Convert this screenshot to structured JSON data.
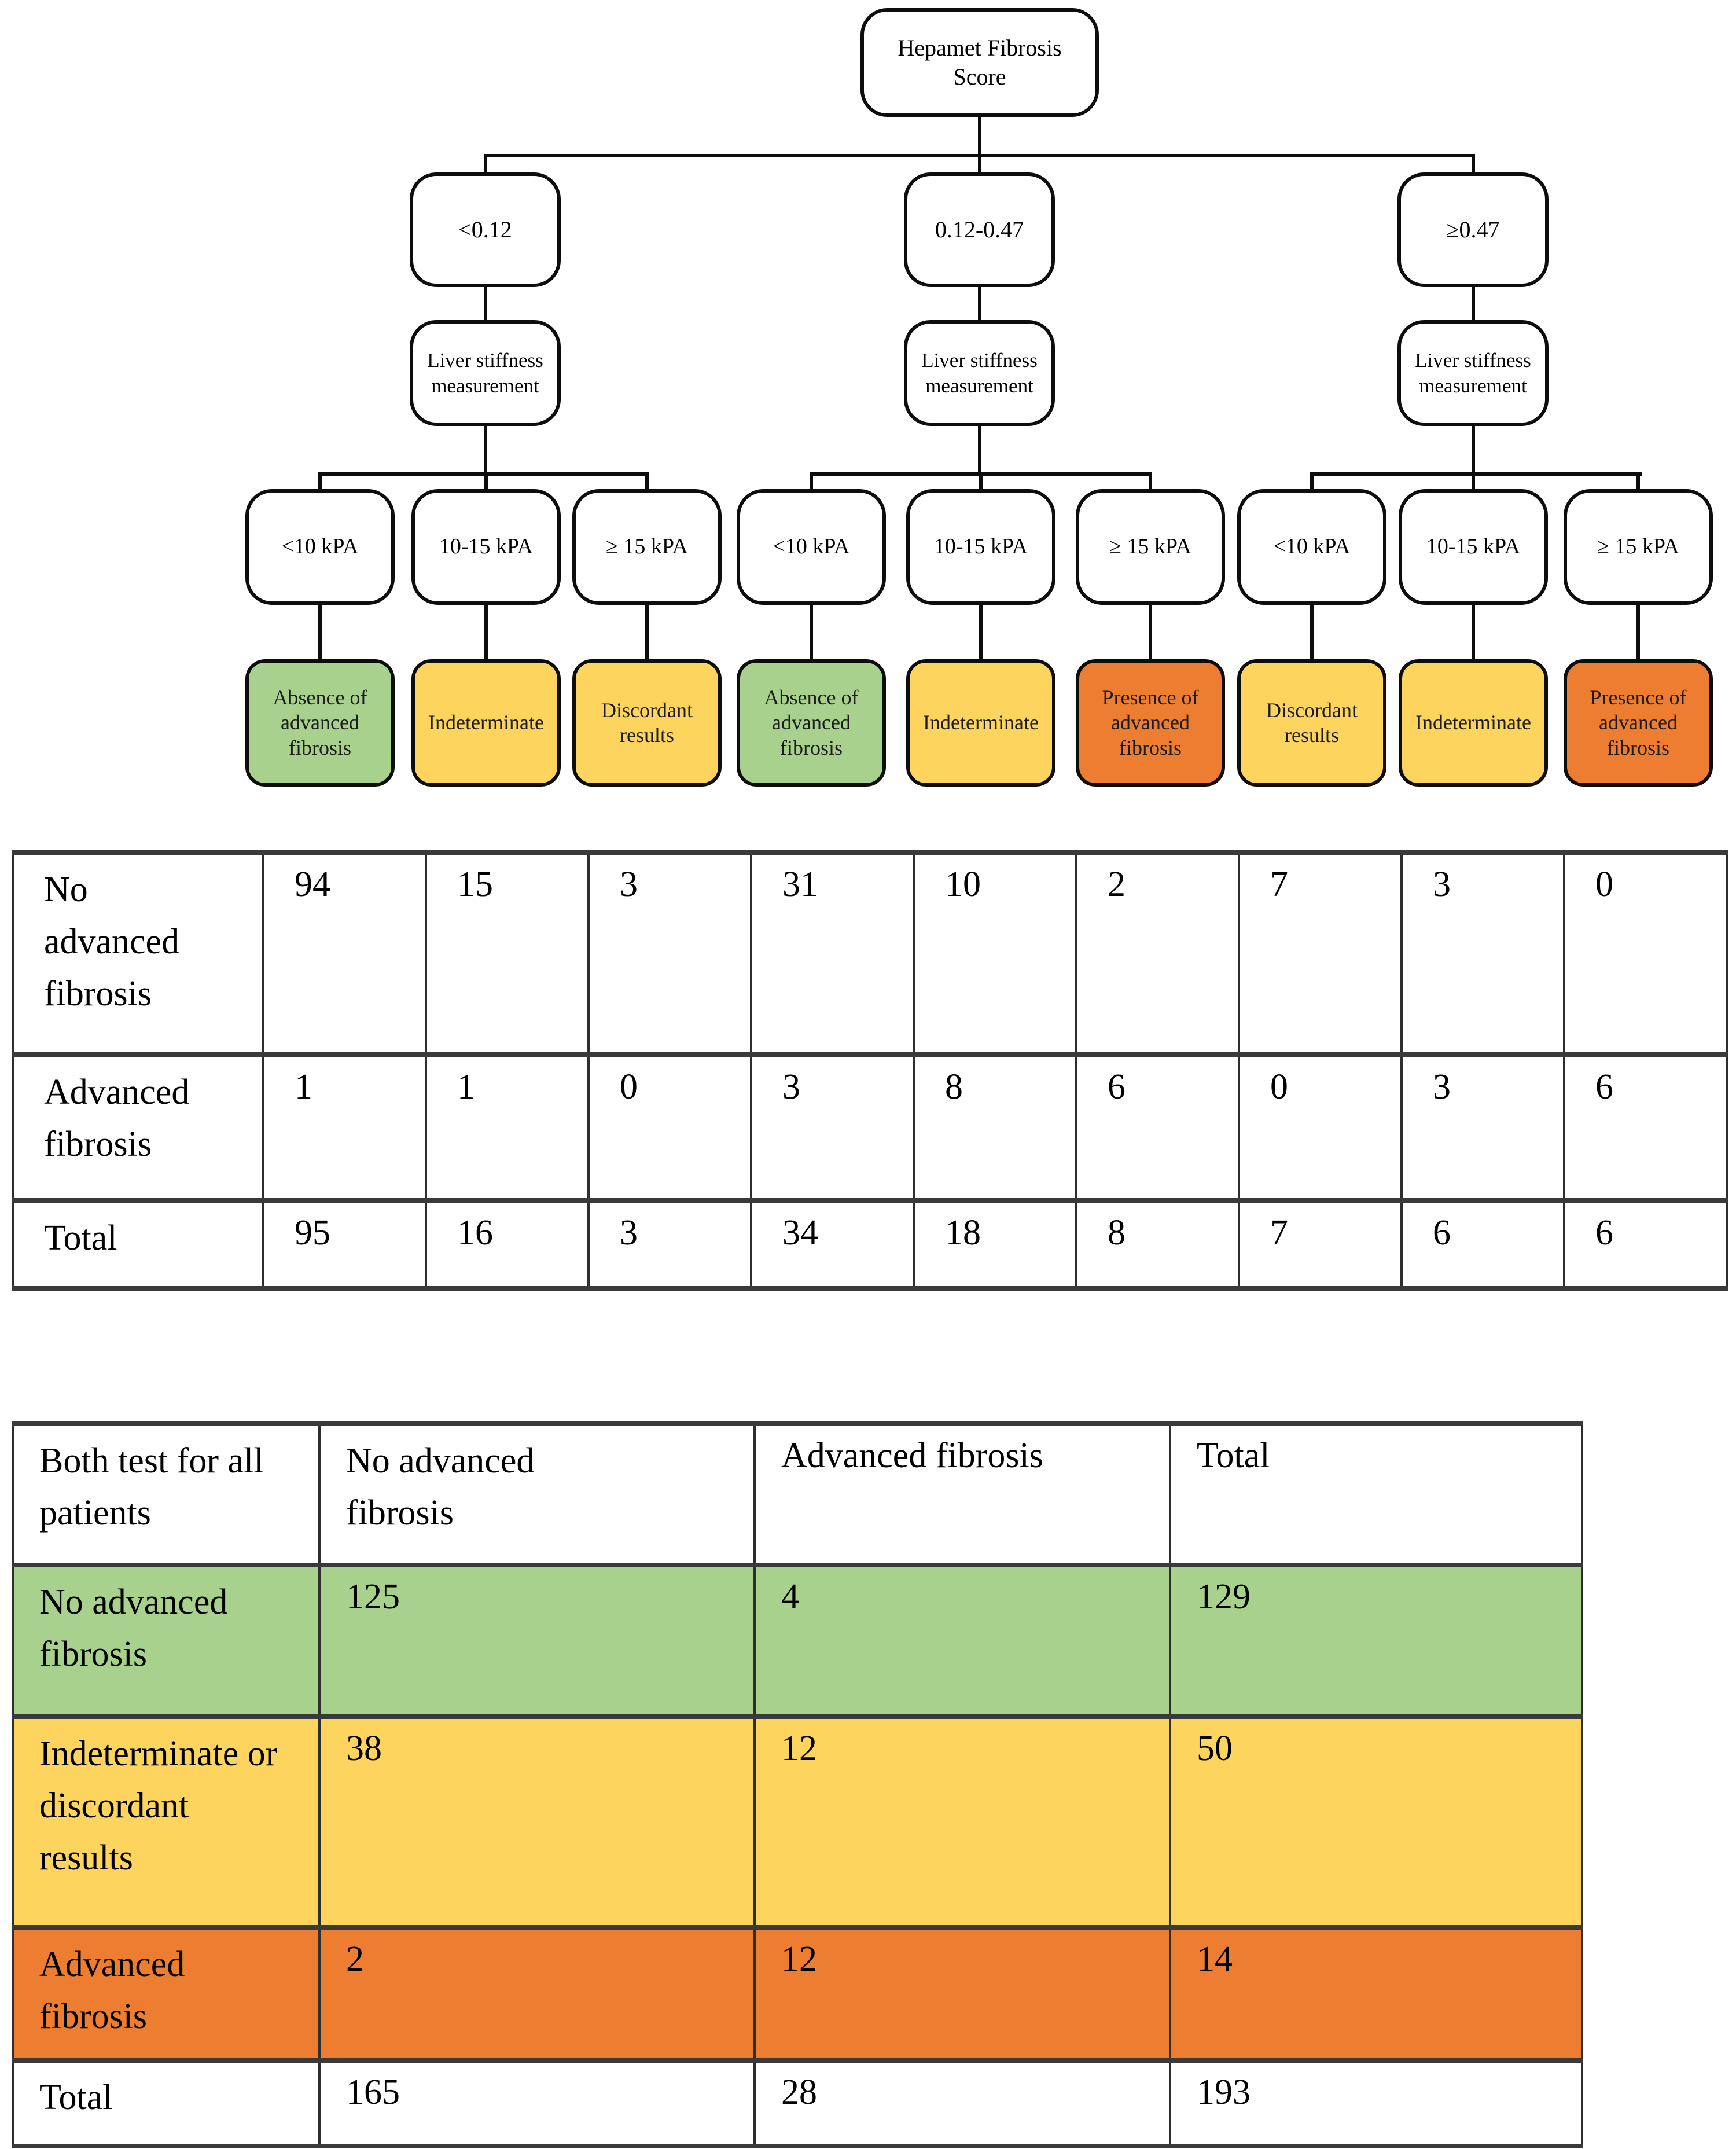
{
  "colors": {
    "green": "#a9d18e",
    "yellow": "#fcd45e",
    "orange": "#ed7d31",
    "white": "#ffffff"
  },
  "flowchart": {
    "root": "Hepamet Fibrosis Score",
    "lsm_label": "Liver stiffness measurement",
    "branches": [
      {
        "score": "<0.12",
        "children": [
          {
            "kpa": "<10 kPA",
            "outcome": "Absence of advanced fibrosis",
            "type": "green"
          },
          {
            "kpa": "10-15 kPA",
            "outcome": "Indeterminate",
            "type": "yellow"
          },
          {
            "kpa": "≥ 15 kPA",
            "outcome": "Discordant results",
            "type": "yellow"
          }
        ]
      },
      {
        "score": "0.12-0.47",
        "children": [
          {
            "kpa": "<10 kPA",
            "outcome": "Absence of advanced fibrosis",
            "type": "green"
          },
          {
            "kpa": "10-15 kPA",
            "outcome": "Indeterminate",
            "type": "yellow"
          },
          {
            "kpa": "≥ 15 kPA",
            "outcome": "Presence of advanced fibrosis",
            "type": "orange"
          }
        ]
      },
      {
        "score": "≥0.47",
        "children": [
          {
            "kpa": "<10 kPA",
            "outcome": "Discordant results",
            "type": "yellow"
          },
          {
            "kpa": "10-15 kPA",
            "outcome": "Indeterminate",
            "type": "yellow"
          },
          {
            "kpa": "≥ 15 kPA",
            "outcome": "Presence of advanced fibrosis",
            "type": "orange"
          }
        ]
      }
    ]
  },
  "table1": {
    "rows": [
      {
        "label": "No advanced fibrosis",
        "values": [
          "94",
          "15",
          "3",
          "31",
          "10",
          "2",
          "7",
          "3",
          "0"
        ]
      },
      {
        "label": "Advanced fibrosis",
        "values": [
          "1",
          "1",
          "0",
          "3",
          "8",
          "6",
          "0",
          "3",
          "6"
        ]
      },
      {
        "label": "Total",
        "values": [
          "95",
          "16",
          "3",
          "34",
          "18",
          "8",
          "7",
          "6",
          "6"
        ]
      }
    ]
  },
  "table2": {
    "headers": [
      "Both test for all patients",
      "No advanced fibrosis",
      "Advanced fibrosis",
      "Total"
    ],
    "rows": [
      {
        "label": "No advanced fibrosis",
        "values": [
          "125",
          "4",
          "129"
        ],
        "color": "green"
      },
      {
        "label": "Indeterminate or discordant results",
        "values": [
          "38",
          "12",
          "50"
        ],
        "color": "yellow"
      },
      {
        "label": "Advanced fibrosis",
        "values": [
          "2",
          "12",
          "14"
        ],
        "color": "orange"
      },
      {
        "label": "Total",
        "values": [
          "165",
          "28",
          "193"
        ],
        "color": "white"
      }
    ]
  }
}
